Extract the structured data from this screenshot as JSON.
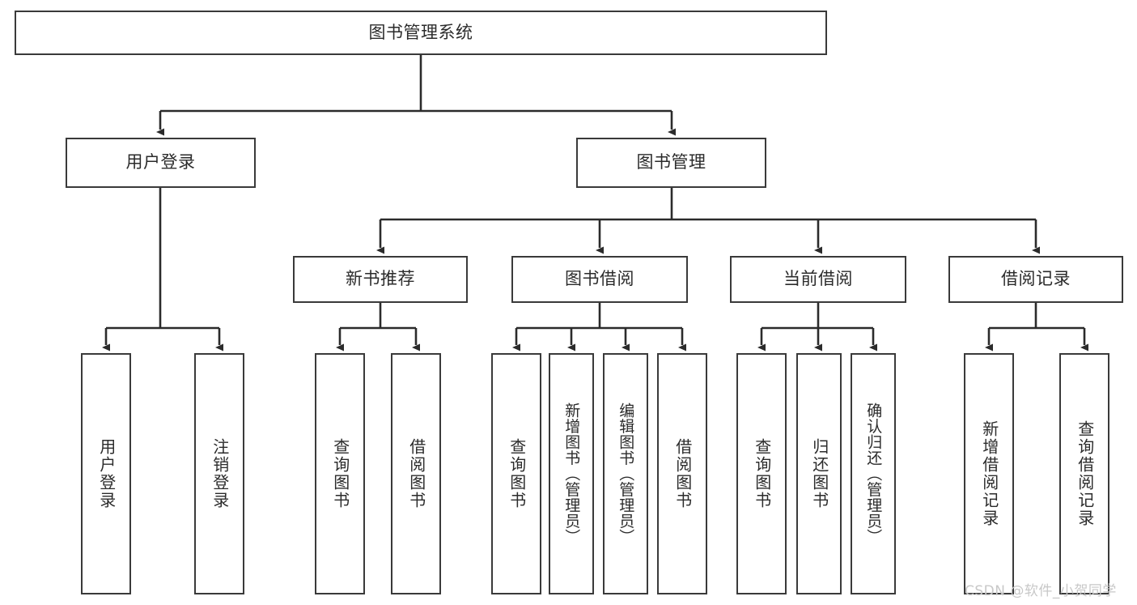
{
  "diagram": {
    "type": "tree",
    "title": "图书管理系统",
    "colors": {
      "box_border": "#3a3a3a",
      "box_fill": "#ffffff",
      "connector": "#2b2b2b",
      "text": "#2b2b2b",
      "watermark": "#c8c8c8"
    },
    "root": {
      "label": "图书管理系统"
    },
    "level1": [
      {
        "label": "用户登录"
      },
      {
        "label": "图书管理"
      }
    ],
    "level2": [
      {
        "label": "新书推荐"
      },
      {
        "label": "图书借阅"
      },
      {
        "label": "当前借阅"
      },
      {
        "label": "借阅记录"
      }
    ],
    "leaves": {
      "user_login": [
        {
          "label": "用户登录"
        },
        {
          "label": "注销登录"
        }
      ],
      "new_book_recommend": [
        {
          "label": "查询图书"
        },
        {
          "label": "借阅图书"
        }
      ],
      "book_borrow": [
        {
          "label": "查询图书"
        },
        {
          "label": "新增图书（管理员）"
        },
        {
          "label": "编辑图书（管理员）"
        },
        {
          "label": "借阅图书"
        }
      ],
      "current_borrow": [
        {
          "label": "查询图书"
        },
        {
          "label": "归还图书"
        },
        {
          "label": "确认归还（管理员）"
        }
      ],
      "borrow_record": [
        {
          "label": "新增借阅记录"
        },
        {
          "label": "查询借阅记录"
        }
      ]
    }
  },
  "watermark": {
    "text": "CSDN @软件_小贺同学"
  }
}
